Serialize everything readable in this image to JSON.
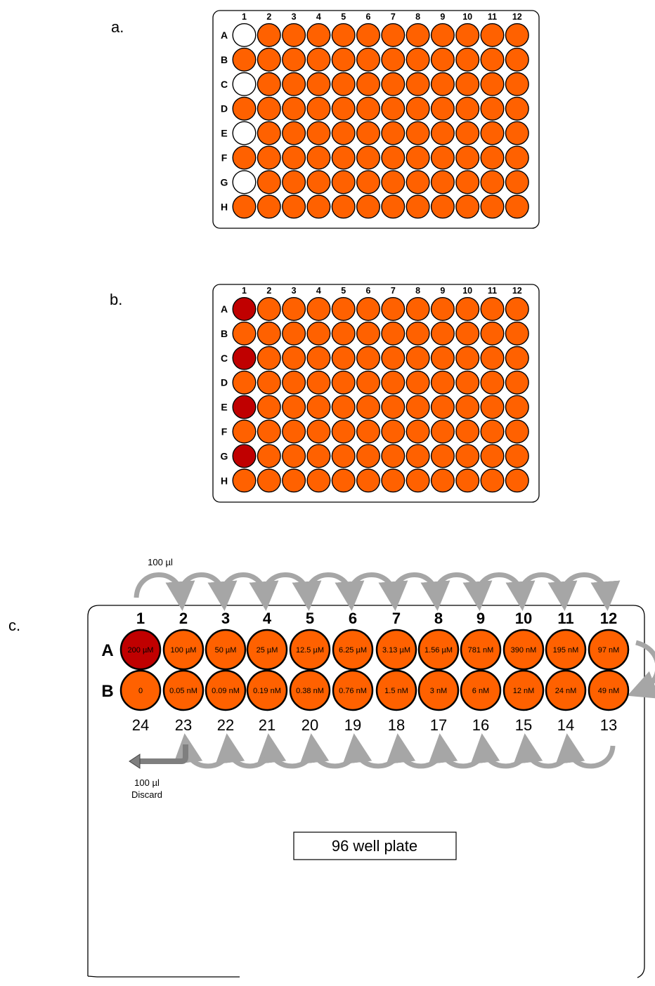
{
  "colors": {
    "well_fill": "#ff6100",
    "empty_fill": "#ffffff",
    "sample_fill": "#c00000",
    "stroke": "#000000",
    "arrow": "#a6a6a6"
  },
  "panels": {
    "a": {
      "label": "a."
    },
    "b": {
      "label": "b."
    },
    "c": {
      "label": "c."
    }
  },
  "plate": {
    "columns": [
      "1",
      "2",
      "3",
      "4",
      "5",
      "6",
      "7",
      "8",
      "9",
      "10",
      "11",
      "12"
    ],
    "rows": [
      "A",
      "B",
      "C",
      "D",
      "E",
      "F",
      "G",
      "H"
    ]
  },
  "plate_a": {
    "empty_wells": [
      "A1",
      "C1",
      "E1",
      "G1"
    ]
  },
  "plate_b": {
    "sample_wells": [
      "A1",
      "C1",
      "E1",
      "G1"
    ]
  },
  "plate_c": {
    "top_numbers": [
      "1",
      "2",
      "3",
      "4",
      "5",
      "6",
      "7",
      "8",
      "9",
      "10",
      "11",
      "12"
    ],
    "bottom_numbers": [
      "24",
      "23",
      "22",
      "21",
      "20",
      "19",
      "18",
      "17",
      "16",
      "15",
      "14",
      "13"
    ],
    "row_labels": [
      "A",
      "B"
    ],
    "row_a_values": [
      "200 µM",
      "100 µM",
      "50 µM",
      "25 µM",
      "12.5 µM",
      "6.25 µM",
      "3.13 µM",
      "1.56 µM",
      "781 nM",
      "390 nM",
      "195 nM",
      "97 nM"
    ],
    "row_b_values": [
      "0",
      "0.05 nM",
      "0.09 nM",
      "0.19 nM",
      "0.38 nM",
      "0.76 nM",
      "1.5 nM",
      "3 nM",
      "6 nM",
      "12 nM",
      "24 nM",
      "49 nM"
    ],
    "top_transfer": "100 µl",
    "bottom_transfer_line1": "100 µl",
    "bottom_transfer_line2": "Discard",
    "caption": "96 well plate"
  }
}
